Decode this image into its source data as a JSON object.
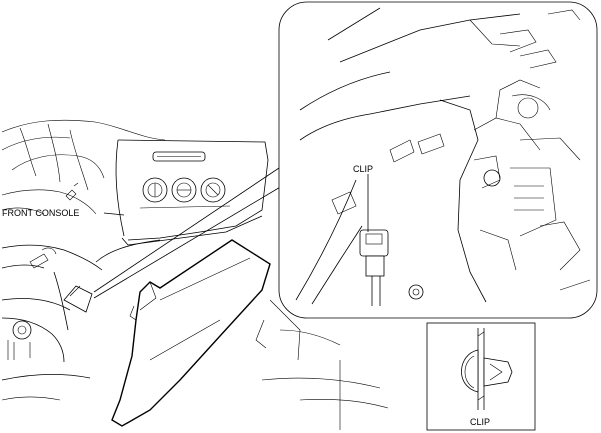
{
  "labels": {
    "front_console": "FRONT CONSOLE",
    "clip_detail": "CLIP",
    "clip_inset": "CLIP"
  },
  "colors": {
    "line": "#000000",
    "background": "#ffffff"
  }
}
